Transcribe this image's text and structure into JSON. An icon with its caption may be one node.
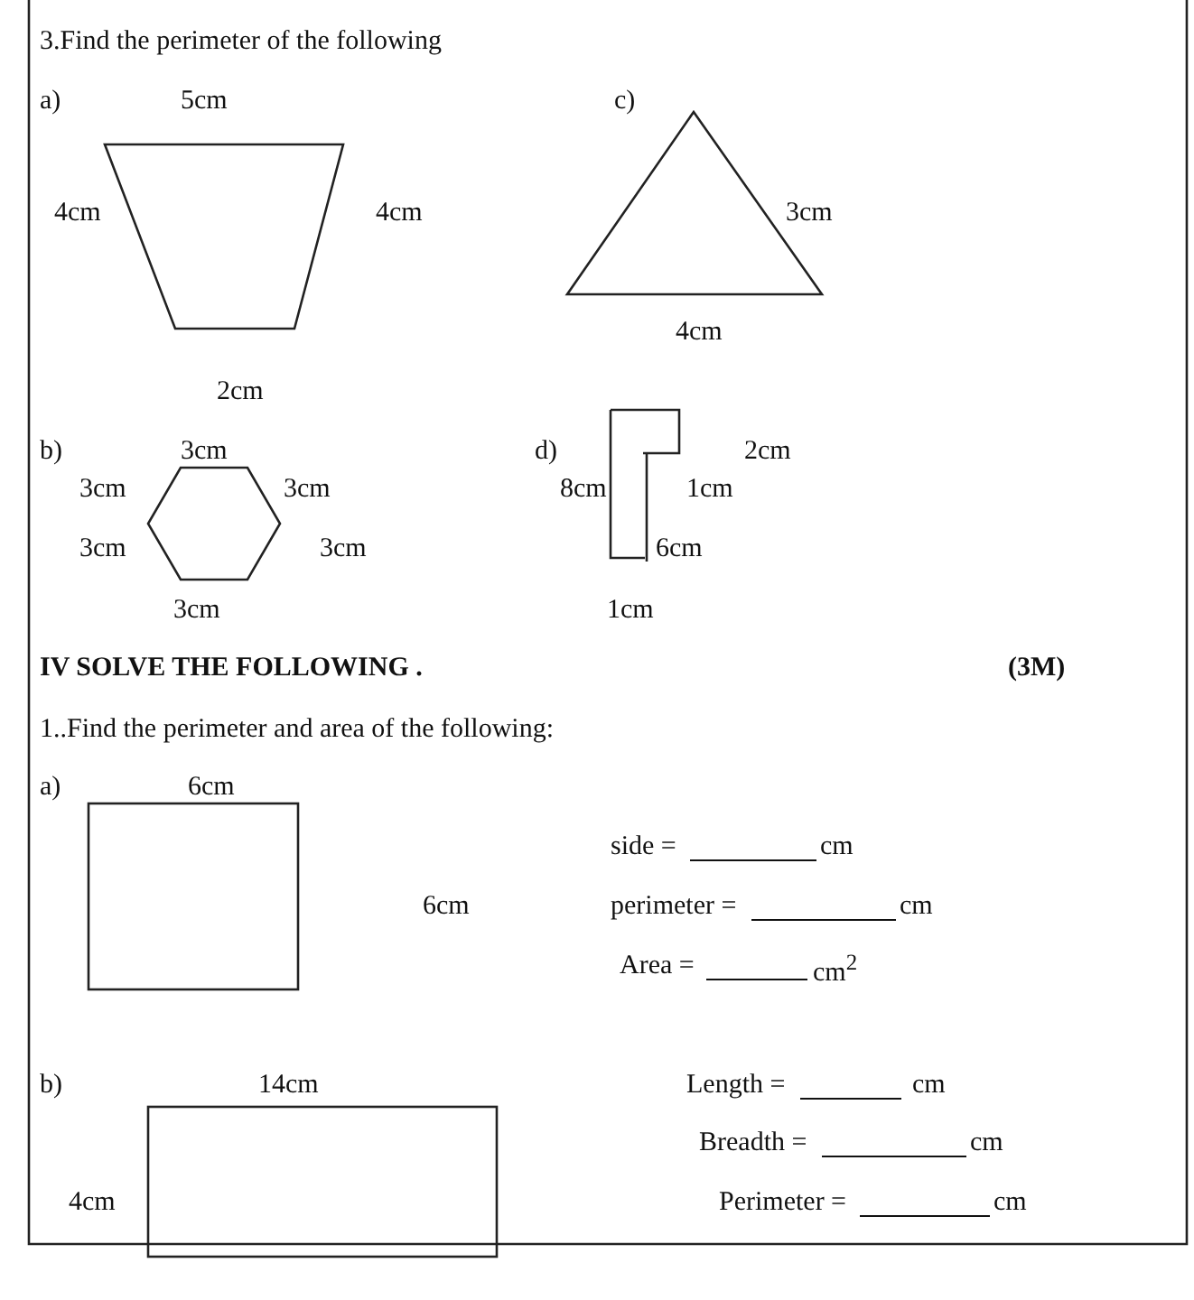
{
  "diagram": {
    "labels": [
      "3.Find the perimeter of the following",
      "a)",
      "5cm",
      "c)",
      "4cm",
      "4cm",
      "3cm",
      "4cm",
      "2cm",
      "b)",
      "3cm",
      "d)",
      "2cm",
      "3cm",
      "3cm",
      "8cm",
      "1cm",
      "3cm",
      "3cm",
      "6cm",
      "3cm",
      "1cm",
      "IV SOLVE THE FOLLOWING .",
      "(3M)",
      "1..Find the perimeter and area of the following:",
      "a)",
      "6cm",
      "side =",
      "cm",
      "6cm",
      "perimeter =",
      "cm",
      "Area =",
      "cm$^{2}$",
      "b)",
      "14cm",
      "Length =",
      "cm",
      "Breadth =",
      "cm",
      "4cm",
      "Perimeter =",
      "cm"
    ]
  }
}
